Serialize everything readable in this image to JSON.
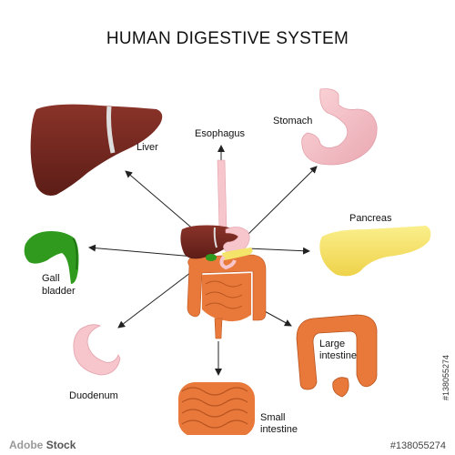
{
  "title": "HUMAN DIGESTIVE SYSTEM",
  "labels": {
    "liver": "Liver",
    "esophagus": "Esophagus",
    "stomach": "Stomach",
    "pancreas": "Pancreas",
    "gall_bladder_1": "Gall",
    "gall_bladder_2": "bladder",
    "duodenum": "Duodenum",
    "large_intestine_1": "Large",
    "large_intestine_2": "intestine",
    "small_intestine_1": "Small",
    "small_intestine_2": "intestine"
  },
  "credit": "#138055274",
  "watermark": {
    "brand": "Adobe",
    "stock": "Stock",
    "id": "#138055274"
  },
  "colors": {
    "liver": "#7a2a22",
    "stomach": "#f6c6cc",
    "pancreas": "#f5e46a",
    "gall_bladder": "#2f9a1e",
    "duodenum": "#f6c6cc",
    "intestine": "#e8793a",
    "arrow": "#222222"
  }
}
